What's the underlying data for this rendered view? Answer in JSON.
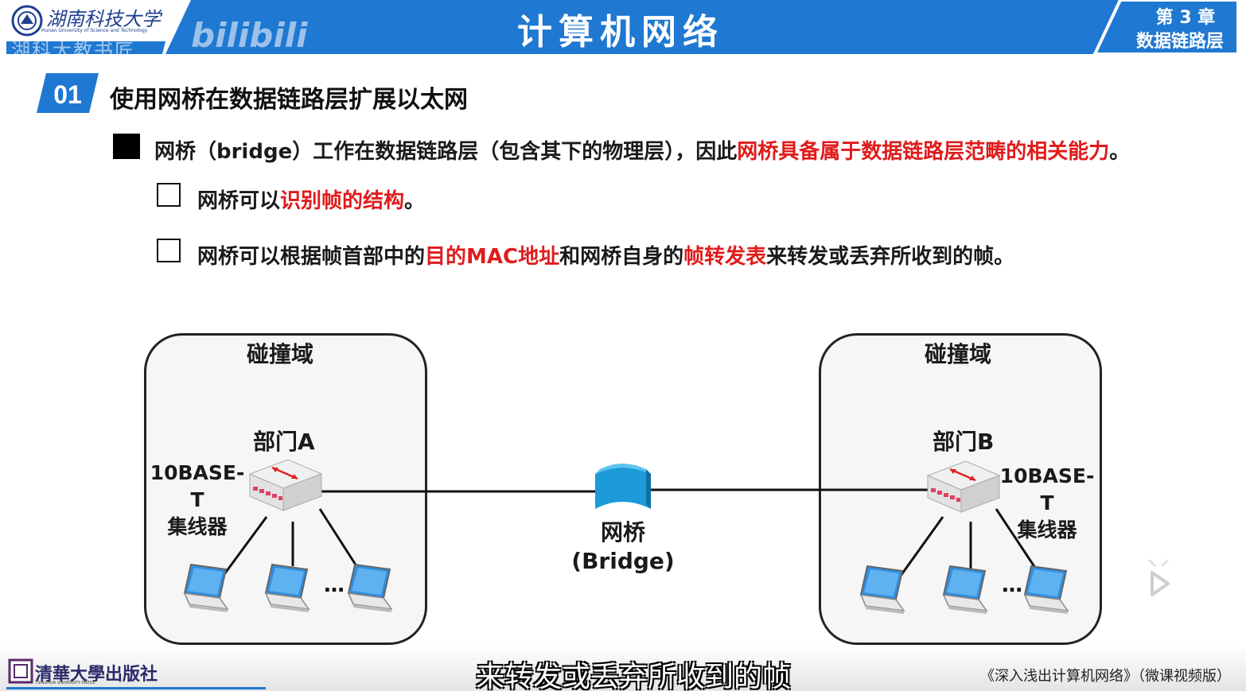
{
  "header": {
    "title": "计算机网络",
    "university_cn": "湖南科技大学",
    "university_en": "Hunan University of Science and Technology",
    "chapter_number": "第 3 章",
    "chapter_name": "数据链路层",
    "watermark_uploader": "湖科大教书匠",
    "watermark_platform": "bilibili",
    "color": "#1f78d1"
  },
  "section": {
    "number": "01",
    "title": "使用网桥在数据链路层扩展以太网"
  },
  "bullets": {
    "main": {
      "text_prefix": "网桥（bridge）工作在数据链路层（包含其下的物理层），因此",
      "text_highlight": "网桥具备属于数据链路层范畴的相关能力",
      "text_suffix": "。"
    },
    "sub1": {
      "text_prefix": "网桥可以",
      "text_highlight": "识别帧的结构",
      "text_suffix": "。"
    },
    "sub2": {
      "text_prefix": "网桥可以根据帧首部中的",
      "text_highlight1": "目的MAC地址",
      "text_mid": "和网桥自身的",
      "text_highlight2": "帧转发表",
      "text_suffix": "来转发或丢弃所收到的帧。"
    },
    "highlight_color": "#e01b1b"
  },
  "diagram": {
    "left_domain_label": "碰撞域",
    "right_domain_label": "碰撞域",
    "dept_a": "部门A",
    "dept_b": "部门B",
    "hub_left_line1": "10BASE-T",
    "hub_left_line2": "集线器",
    "hub_right_line1": "10BASE-T",
    "hub_right_line2": "集线器",
    "bridge_line1": "网桥",
    "bridge_line2": "(Bridge)",
    "ellipsis": "…"
  },
  "footer": {
    "publisher_cn": "清華大學出版社",
    "publisher_en": "TSINGHUA UNIVERSITY PRESS",
    "book_title": "《深入浅出计算机网络》（微课视频版）",
    "subtitle": "来转发或丢弃所收到的帧"
  }
}
